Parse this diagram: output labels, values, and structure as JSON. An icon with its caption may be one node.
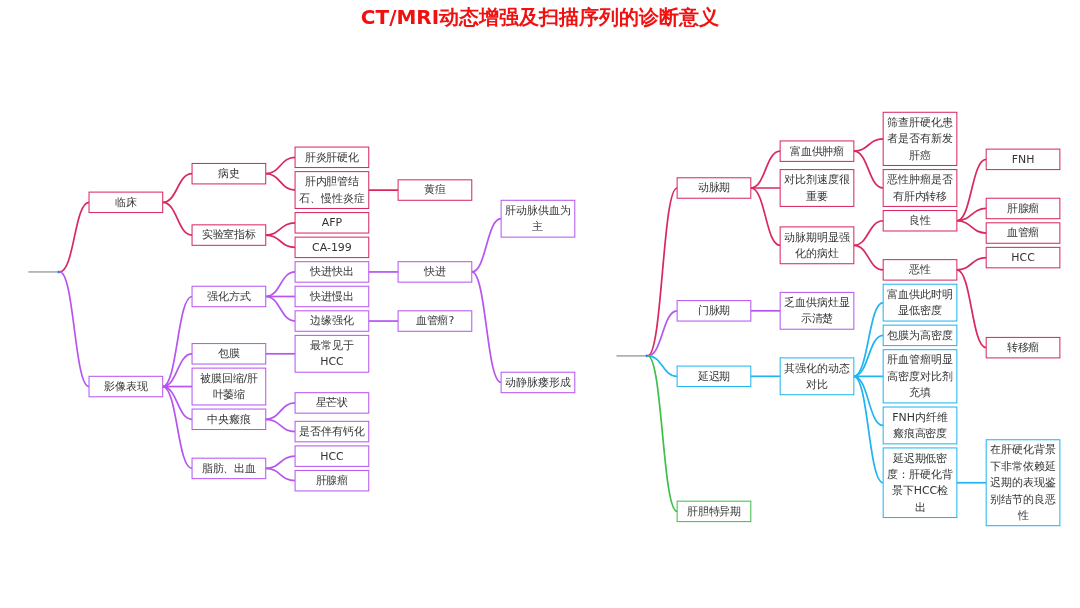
{
  "diagram": {
    "title": "CT/MRI动态增强及扫描序列的诊断意义",
    "nodes": [
      {
        "text": [],
        "shape": "circle"
      },
      {
        "text": [
          "临床"
        ]
      },
      {
        "text": [
          "病史"
        ]
      },
      {
        "text": [
          "肝炎肝硬化"
        ]
      },
      {
        "text": [
          "肝内胆管结石、慢性炎症"
        ]
      },
      {
        "text": [
          "黄疸"
        ]
      },
      {
        "text": [
          "实验室指标"
        ]
      },
      {
        "text": [
          "AFP"
        ]
      },
      {
        "text": [
          "CA-199"
        ]
      },
      {
        "text": [
          "影像表现"
        ]
      },
      {
        "text": [
          "强化方式"
        ]
      },
      {
        "text": [
          "快进快出"
        ]
      },
      {
        "text": [
          "快进"
        ]
      },
      {
        "text": [
          "肝动脉供血为主"
        ]
      },
      {
        "text": [
          "动静脉瘘形成"
        ]
      },
      {
        "text": [
          "快进慢出"
        ]
      },
      {
        "text": [
          "边缘强化"
        ]
      },
      {
        "text": [
          "血管瘤?"
        ]
      },
      {
        "text": [
          "包膜"
        ]
      },
      {
        "text": [
          "最常见于HCC"
        ]
      },
      {
        "text": [
          "被膜回缩/肝叶萎缩"
        ]
      },
      {
        "text": [
          "中央瘢痕"
        ]
      },
      {
        "text": [
          "星芒状"
        ]
      },
      {
        "text": [
          "是否伴有钙化"
        ]
      },
      {
        "text": [
          "脂肪、出血"
        ]
      },
      {
        "text": [
          "HCC"
        ]
      },
      {
        "text": [
          "肝腺瘤"
        ]
      },
      {
        "text": [],
        "shape": "circle"
      },
      {
        "text": [
          "动脉期"
        ]
      },
      {
        "text": [
          "富血供肿瘤"
        ]
      },
      {
        "text": [
          "筛查肝硬化患者是否有新发肝癌"
        ]
      },
      {
        "text": [
          "恶性肿瘤是否有肝内转移"
        ]
      },
      {
        "text": [
          "对比剂速度很重要"
        ]
      },
      {
        "text": [
          "动脉期明显强化的病灶"
        ]
      },
      {
        "text": [
          "良性"
        ]
      },
      {
        "text": [
          "FNH"
        ]
      },
      {
        "text": [
          "肝腺瘤"
        ]
      },
      {
        "text": [
          "血管瘤"
        ]
      },
      {
        "text": [
          "恶性"
        ]
      },
      {
        "text": [
          "HCC"
        ]
      },
      {
        "text": [
          "转移瘤"
        ]
      },
      {
        "text": [
          "门脉期"
        ]
      },
      {
        "text": [
          "乏血供病灶显示清楚"
        ]
      },
      {
        "text": [
          "延迟期"
        ]
      },
      {
        "text": [
          "其强化的动态对比"
        ]
      },
      {
        "text": [
          "富血供此时明显低密度"
        ]
      },
      {
        "text": [
          "包膜为高密度"
        ]
      },
      {
        "text": [
          "肝血管瘤明显高密度对比剂充填"
        ]
      },
      {
        "text": [
          "FNH内纤维瘢痕高密度"
        ]
      },
      {
        "text": [
          "延迟期低密度：肝硬化背景下HCC检出"
        ]
      },
      {
        "text": [
          "在肝硬化背景下非常依赖延迟期的表现鉴别结节的良恶性"
        ]
      },
      {
        "text": [
          "肝胆特异期"
        ]
      }
    ],
    "edges": [
      {
        "from": null,
        "to": 0,
        "arrow": "none",
        "color": "#b0b0b0"
      },
      {
        "from": 0,
        "to": 1,
        "arrow": "none"
      },
      {
        "from": 1,
        "to": 2,
        "arrow": "none"
      },
      {
        "from": 2,
        "to": 3,
        "arrow": "none"
      },
      {
        "from": 2,
        "to": 4,
        "arrow": "none"
      },
      {
        "from": 4,
        "to": 5,
        "arrow": "none"
      },
      {
        "from": 1,
        "to": 6,
        "arrow": "none"
      },
      {
        "from": 6,
        "to": 7,
        "arrow": "none"
      },
      {
        "from": 6,
        "to": 8,
        "arrow": "none"
      },
      {
        "from": 0,
        "to": 9,
        "arrow": "none",
        "color": "#b655f0"
      },
      {
        "from": 9,
        "to": 10,
        "arrow": "none",
        "color": "#b655f0"
      },
      {
        "from": 10,
        "to": 11,
        "arrow": "none",
        "color": "#b655f0"
      },
      {
        "from": 11,
        "to": 12,
        "arrow": "none",
        "color": "#b655f0"
      },
      {
        "from": 12,
        "to": 13,
        "arrow": "none",
        "color": "#b655f0"
      },
      {
        "from": 12,
        "to": 14,
        "arrow": "none",
        "color": "#b655f0"
      },
      {
        "from": 10,
        "to": 15,
        "arrow": "none",
        "color": "#b655f0"
      },
      {
        "from": 10,
        "to": 16,
        "arrow": "none",
        "color": "#b655f0"
      },
      {
        "from": 16,
        "to": 17,
        "arrow": "none",
        "color": "#b655f0"
      },
      {
        "from": 9,
        "to": 18,
        "arrow": "none",
        "color": "#b655f0"
      },
      {
        "from": 18,
        "to": 19,
        "arrow": "none",
        "color": "#b655f0"
      },
      {
        "from": 9,
        "to": 20,
        "arrow": "none",
        "color": "#b655f0"
      },
      {
        "from": 9,
        "to": 21,
        "arrow": "none",
        "color": "#b655f0"
      },
      {
        "from": 21,
        "to": 22,
        "arrow": "none",
        "color": "#b655f0"
      },
      {
        "from": 21,
        "to": 23,
        "arrow": "none",
        "color": "#b655f0"
      },
      {
        "from": 9,
        "to": 24,
        "arrow": "none",
        "color": "#b655f0"
      },
      {
        "from": 24,
        "to": 25,
        "arrow": "none",
        "color": "#b655f0"
      },
      {
        "from": 24,
        "to": 26,
        "arrow": "none",
        "color": "#b655f0"
      },
      {
        "from": null,
        "to": 27,
        "arrow": "none",
        "color": "#b0b0b0"
      },
      {
        "from": 27,
        "to": 28,
        "arrow": "none"
      },
      {
        "from": 28,
        "to": 29,
        "arrow": "none"
      },
      {
        "from": 29,
        "to": 30,
        "arrow": "none"
      },
      {
        "from": 29,
        "to": 31,
        "arrow": "none"
      },
      {
        "from": 28,
        "to": 32,
        "arrow": "none"
      },
      {
        "from": 28,
        "to": 33,
        "arrow": "none"
      },
      {
        "from": 33,
        "to": 34,
        "arrow": "none"
      },
      {
        "from": 34,
        "to": 35,
        "arrow": "none"
      },
      {
        "from": 34,
        "to": 36,
        "arrow": "none"
      },
      {
        "from": 34,
        "to": 37,
        "arrow": "none"
      },
      {
        "from": 33,
        "to": 38,
        "arrow": "none"
      },
      {
        "from": 38,
        "to": 39,
        "arrow": "none"
      },
      {
        "from": 38,
        "to": 40,
        "arrow": "none"
      },
      {
        "from": 27,
        "to": 41,
        "arrow": "none",
        "color": "#b655f0"
      },
      {
        "from": 41,
        "to": 42,
        "arrow": "none",
        "color": "#b655f0"
      },
      {
        "from": 27,
        "to": 43,
        "arrow": "none",
        "color": "#20b4f0"
      },
      {
        "from": 43,
        "to": 44,
        "arrow": "none",
        "color": "#20b4f0"
      },
      {
        "from": 44,
        "to": 45,
        "arrow": "none",
        "color": "#20b4f0"
      },
      {
        "from": 44,
        "to": 46,
        "arrow": "none",
        "color": "#20b4f0"
      },
      {
        "from": 44,
        "to": 47,
        "arrow": "none",
        "color": "#20b4f0"
      },
      {
        "from": 44,
        "to": 48,
        "arrow": "none",
        "color": "#20b4f0"
      },
      {
        "from": 44,
        "to": 49,
        "arrow": "none",
        "color": "#20b4f0"
      },
      {
        "from": 49,
        "to": 50,
        "arrow": "none",
        "color": "#20b4f0"
      },
      {
        "from": 27,
        "to": 51,
        "arrow": "none",
        "color": "#3cc04a"
      }
    ]
  }
}
